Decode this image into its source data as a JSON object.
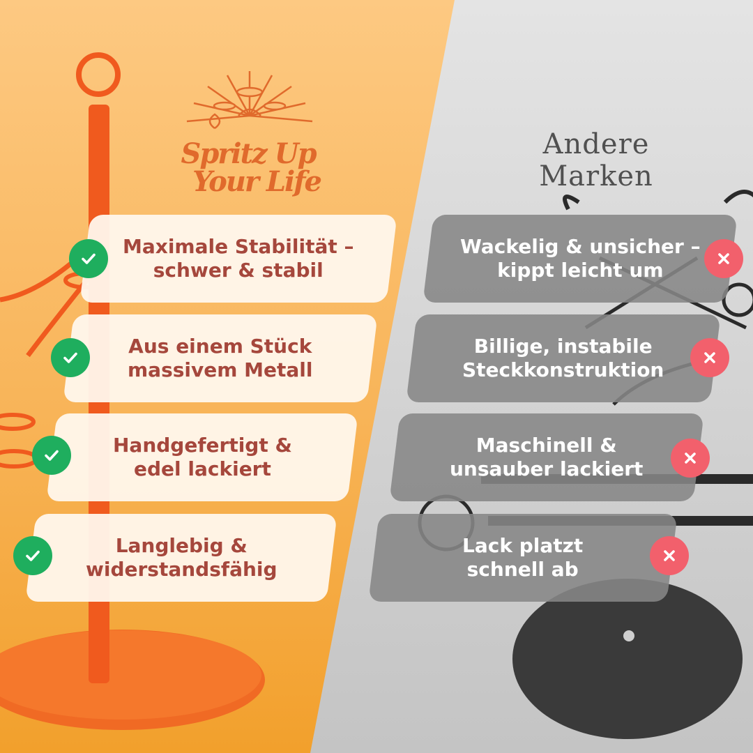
{
  "brand": {
    "logo_line1": "Spritz Up",
    "logo_line2": "Your Life"
  },
  "competitor": {
    "title_line1": "Andere",
    "title_line2": "Marken"
  },
  "pros": [
    {
      "text": "Maximale Stabilität –\nschwer & stabil",
      "icon": "check-icon"
    },
    {
      "text": "Aus einem Stück\nmassivem Metall",
      "icon": "check-icon"
    },
    {
      "text": "Handgefertigt &\nedel lackiert",
      "icon": "check-icon"
    },
    {
      "text": "Langlebig &\nwiderstandsfähig",
      "icon": "check-icon"
    }
  ],
  "cons": [
    {
      "text": "Wackelig & unsicher –\nkippt leicht um",
      "icon": "x-icon"
    },
    {
      "text": "Billige, instabile\nSteckkonstruktion",
      "icon": "x-icon"
    },
    {
      "text": "Maschinell &\nunsauber lackiert",
      "icon": "x-icon"
    },
    {
      "text": "Lack platzt\nschnell ab",
      "icon": "x-icon"
    }
  ],
  "colors": {
    "left_bg_top": "#fcc77f",
    "left_bg_bottom": "#f2a431",
    "product_orange": "#f05a1e",
    "right_bg": "#d9d9d9",
    "pro_text": "#a5473c",
    "check_green": "#1fae5e",
    "x_red": "#f2606c"
  }
}
